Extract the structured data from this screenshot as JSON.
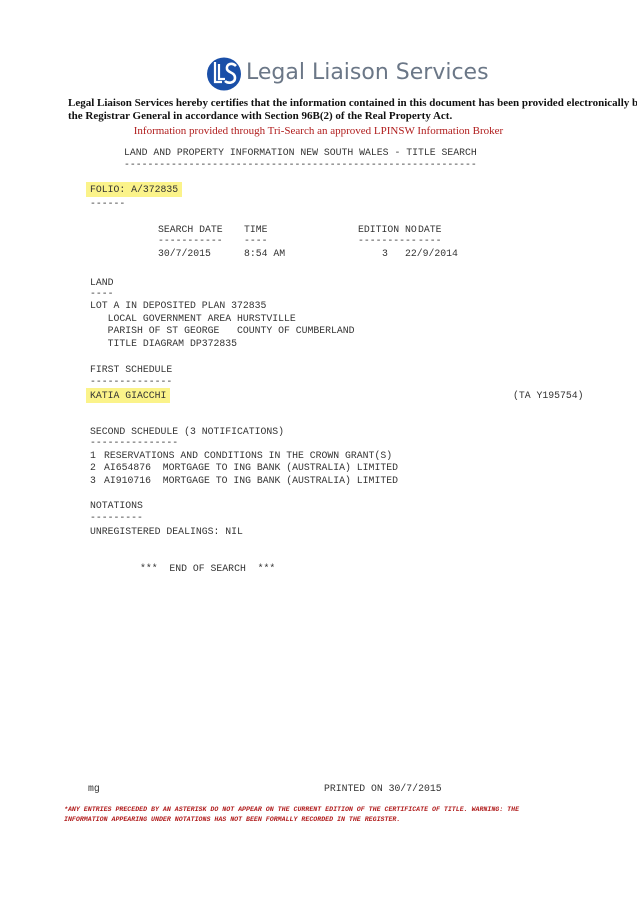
{
  "header": {
    "logo_text": "Legal Liaison Services",
    "logo_mark": "LLS",
    "cert_line1": "Legal Liaison Services hereby certifies that the information contained in this document has been provided electronically by",
    "cert_line2": "the Registrar General in accordance with Section 96B(2) of the Real Property Act.",
    "broker_line": "Information provided through Tri-Search an approved LPINSW Information Broker"
  },
  "doc": {
    "title": "LAND AND PROPERTY INFORMATION NEW SOUTH WALES - TITLE SEARCH",
    "title_rule": "------------------------------------------------------------",
    "folio": "FOLIO: A/372835",
    "folio_rule": "------",
    "search_table": {
      "headers": [
        "SEARCH DATE",
        "TIME",
        "EDITION NO",
        "DATE"
      ],
      "rules": [
        "-----------",
        "----",
        "----------",
        "----"
      ],
      "values": [
        "30/7/2015",
        "8:54 AM",
        "3",
        "22/9/2014"
      ]
    },
    "land": {
      "heading": "LAND",
      "rule": "----",
      "lines": [
        "LOT A IN DEPOSITED PLAN 372835",
        "   LOCAL GOVERNMENT AREA HURSTVILLE",
        "   PARISH OF ST GEORGE   COUNTY OF CUMBERLAND",
        "   TITLE DIAGRAM DP372835"
      ]
    },
    "first_schedule": {
      "heading": "FIRST SCHEDULE",
      "rule": "--------------",
      "owner": "KATIA GIACCHI",
      "ref": "(TA Y195754)"
    },
    "second_schedule": {
      "heading": "SECOND SCHEDULE (3 NOTIFICATIONS)",
      "rule": "---------------",
      "items": [
        {
          "num": "1",
          "text": "RESERVATIONS AND CONDITIONS IN THE CROWN GRANT(S)"
        },
        {
          "num": "2",
          "text": "AI654876  MORTGAGE TO ING BANK (AUSTRALIA) LIMITED"
        },
        {
          "num": "3",
          "text": "AI910716  MORTGAGE TO ING BANK (AUSTRALIA) LIMITED"
        }
      ]
    },
    "notations": {
      "heading": "NOTATIONS",
      "rule": "---------",
      "dealings": "UNREGISTERED DEALINGS: NIL"
    },
    "end": "***  END OF SEARCH  ***"
  },
  "footer": {
    "initials": "mg",
    "printed": "PRINTED ON 30/7/2015",
    "warning1": "*ANY ENTRIES PRECEDED BY AN ASTERISK DO NOT APPEAR ON THE CURRENT EDITION OF THE CERTIFICATE OF TITLE. WARNING: THE",
    "warning2": "INFORMATION APPEARING UNDER NOTATIONS HAS NOT BEEN FORMALLY RECORDED IN THE REGISTER."
  },
  "colors": {
    "logo_blue": "#1a4fa8",
    "red": "#b01c1c",
    "highlight": "#fbf38a"
  }
}
